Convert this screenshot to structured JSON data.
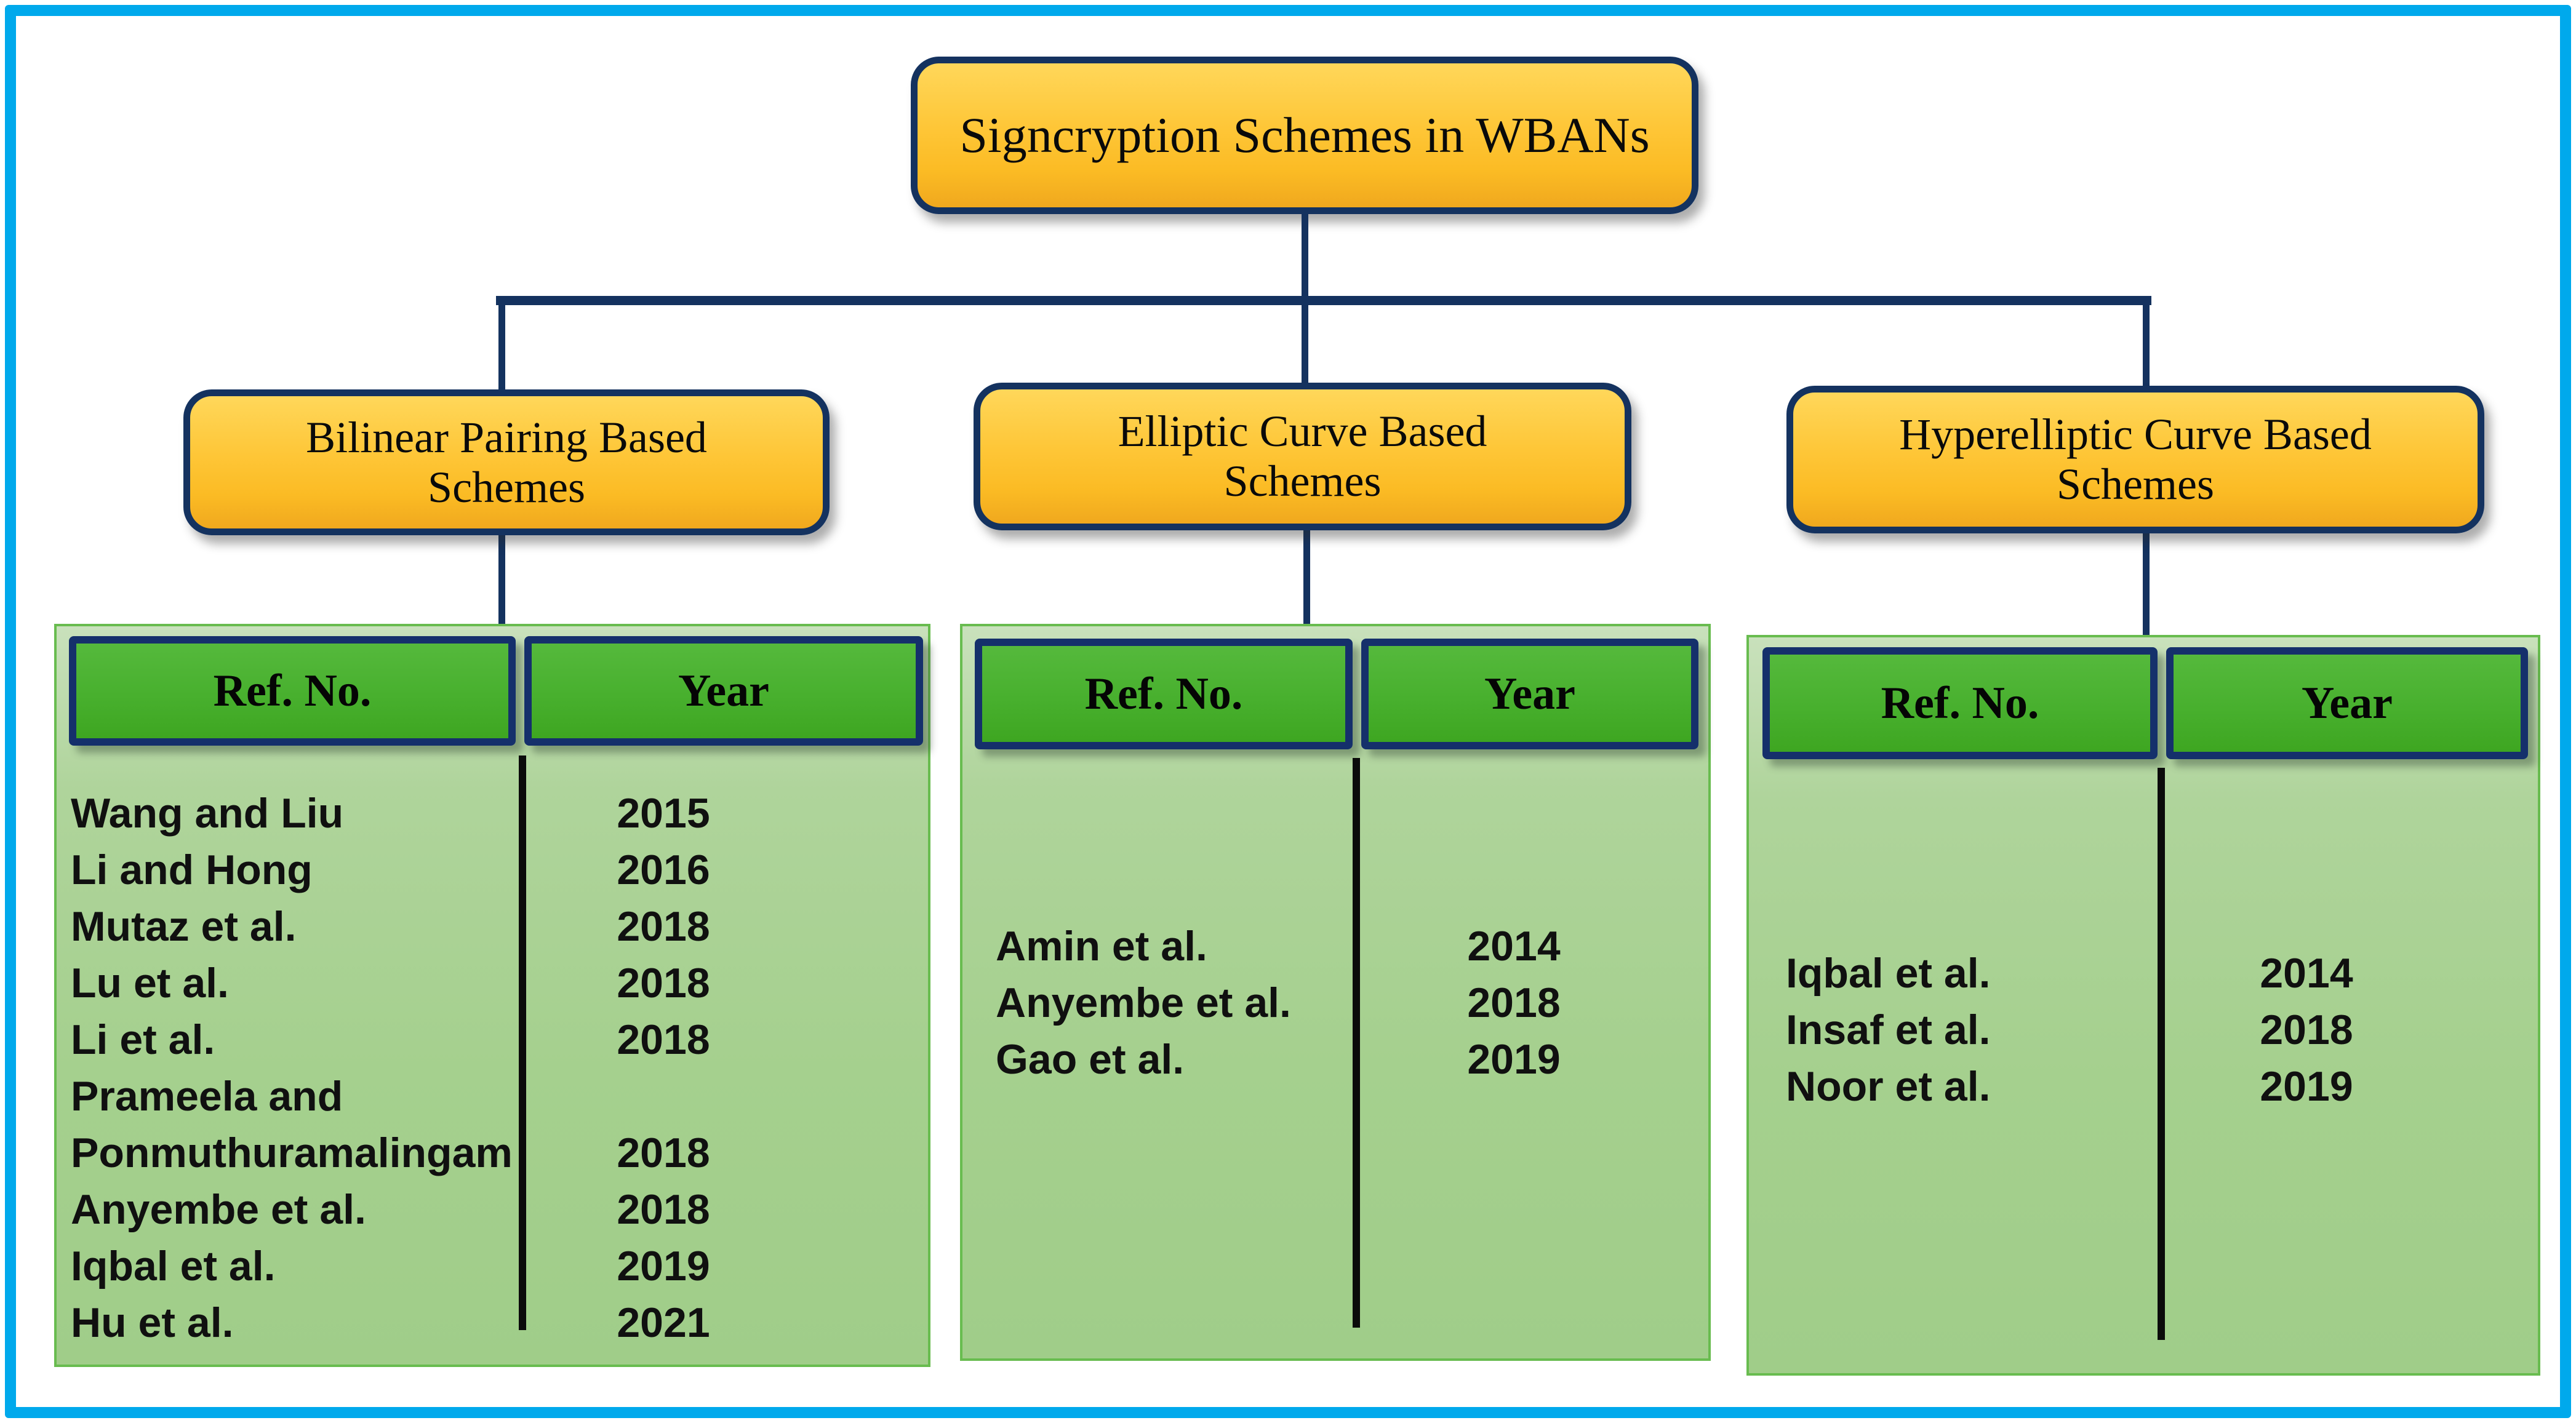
{
  "title": "Signcryption Schemes in WBANs",
  "table_headers": {
    "ref": "Ref. No.",
    "year": "Year"
  },
  "colors": {
    "frame_cyan": "#00A9EC",
    "connector_navy": "#14325F",
    "gold_top": "#FFD75A",
    "gold_bottom": "#F0A81E",
    "header_green_top": "#55B93C",
    "header_green_bottom": "#3EA621",
    "table_green_bg": "#AAD295",
    "table_border_green": "#68BC4F"
  },
  "branches": [
    {
      "name": "Bilinear Pairing Based Schemes",
      "title_lines": [
        "Bilinear Pairing Based",
        "Schemes"
      ],
      "rows": [
        {
          "ref": "Wang and Liu",
          "year": "2015"
        },
        {
          "ref": "Li and Hong",
          "year": "2016"
        },
        {
          "ref": "Mutaz et al.",
          "year": "2018"
        },
        {
          "ref": "Lu et al.",
          "year": "2018"
        },
        {
          "ref": "Li et al.",
          "year": "2018"
        },
        {
          "ref": "Prameela and Ponmuthuramalingam",
          "year": "2018"
        },
        {
          "ref": "Anyembe et al.",
          "year": "2018"
        },
        {
          "ref": "Iqbal et al.",
          "year": "2019"
        },
        {
          "ref": "Hu et al.",
          "year": "2021"
        }
      ]
    },
    {
      "name": "Elliptic Curve Based Schemes",
      "title_lines": [
        "Elliptic Curve Based",
        "Schemes"
      ],
      "rows": [
        {
          "ref": "Amin et al.",
          "year": "2014"
        },
        {
          "ref": "Anyembe et al.",
          "year": "2018"
        },
        {
          "ref": "Gao et al.",
          "year": "2019"
        }
      ]
    },
    {
      "name": "Hyperelliptic Curve Based Schemes",
      "title_lines": [
        "Hyperelliptic Curve Based",
        "Schemes"
      ],
      "rows": [
        {
          "ref": "Iqbal et al.",
          "year": "2014"
        },
        {
          "ref": "Insaf et al.",
          "year": "2018"
        },
        {
          "ref": "Noor et al.",
          "year": "2019"
        }
      ]
    }
  ]
}
